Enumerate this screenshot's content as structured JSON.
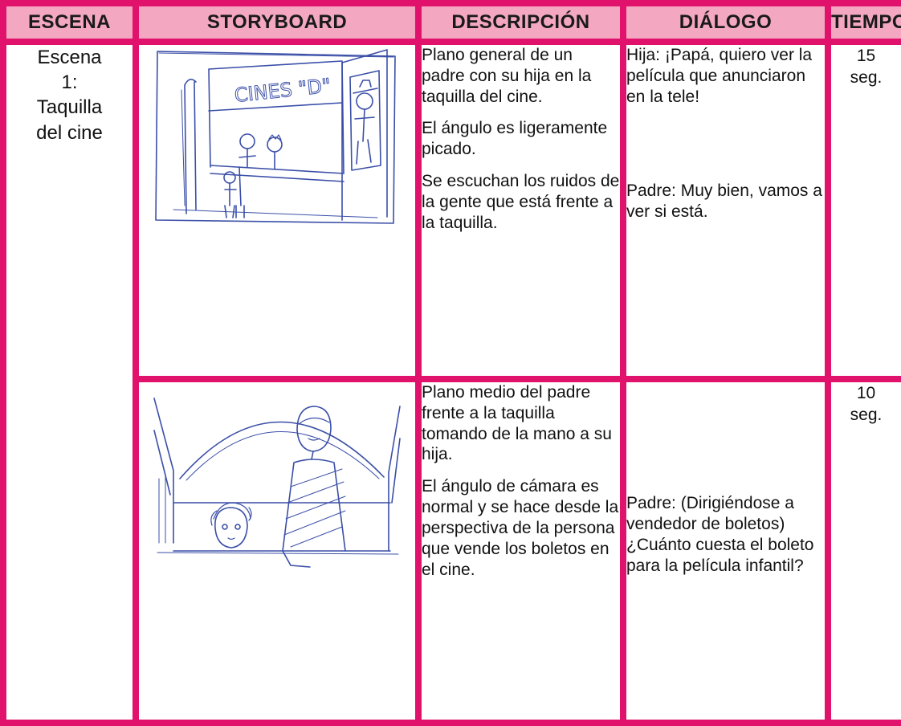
{
  "headers": {
    "scene": "ESCENA",
    "storyboard": "STORYBOARD",
    "description": "DESCRIPCIÓN",
    "dialogue": "DIÁLOGO",
    "time": "TIEMPO"
  },
  "scene": {
    "line1": "Escena",
    "line2": "1:",
    "line3": "Taquilla",
    "line4": "del cine"
  },
  "rows": [
    {
      "sketch_sign": "CINES \"D\"",
      "description": [
        "Plano general de un padre con su hija en la taquilla del cine.",
        "El ángulo es ligeramente picado.",
        "Se escuchan los ruidos de la gente que está frente a la taquilla."
      ],
      "dialogue": [
        "Hija: ¡Papá, quiero ver la película que anunciaron en la tele!",
        "Padre: Muy bien, vamos a ver si está."
      ],
      "time_value": "15",
      "time_unit": "seg."
    },
    {
      "description": [
        "Plano medio del padre frente a la taquilla tomando de la mano a su hija.",
        "El ángulo de cámara es normal y se hace desde la perspectiva de la persona que vende los boletos en el cine."
      ],
      "dialogue": [
        "Padre: (Dirigiéndose a vendedor de boletos) ¿Cuánto cuesta el boleto para la película infantil?"
      ],
      "time_value": "10",
      "time_unit": "seg."
    }
  ],
  "colors": {
    "border": "#e0126c",
    "header_bg": "#f4a7c0",
    "sketch_ink": "#3b4fa8"
  }
}
